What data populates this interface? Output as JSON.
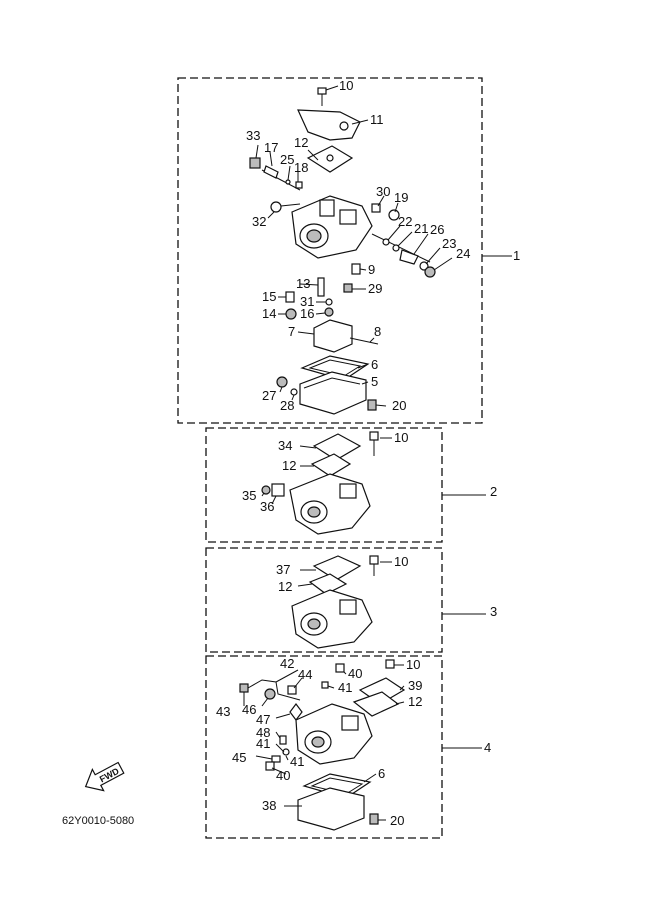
{
  "diagram": {
    "part_code": "62Y0010-5080",
    "fwd_label": "FWD",
    "labels": {
      "n1": "1",
      "n2": "2",
      "n3": "3",
      "n4": "4",
      "n5": "5",
      "n6": "6",
      "n7": "7",
      "n8": "8",
      "n9": "9",
      "n10": "10",
      "n11": "11",
      "n12": "12",
      "n13": "13",
      "n14": "14",
      "n15": "15",
      "n16": "16",
      "n17": "17",
      "n18": "18",
      "n19": "19",
      "n20": "20",
      "n21": "21",
      "n22": "22",
      "n23": "23",
      "n24": "24",
      "n25": "25",
      "n26": "26",
      "n27": "27",
      "n28": "28",
      "n29": "29",
      "n30": "30",
      "n31": "31",
      "n32": "32",
      "n33": "33",
      "n34": "34",
      "n35": "35",
      "n36": "36",
      "n37": "37",
      "n38": "38",
      "n39": "39",
      "n40": "40",
      "n41": "41",
      "n42": "42",
      "n43": "43",
      "n44": "44",
      "n45": "45",
      "n46": "46",
      "n47": "47",
      "n48": "48"
    }
  }
}
